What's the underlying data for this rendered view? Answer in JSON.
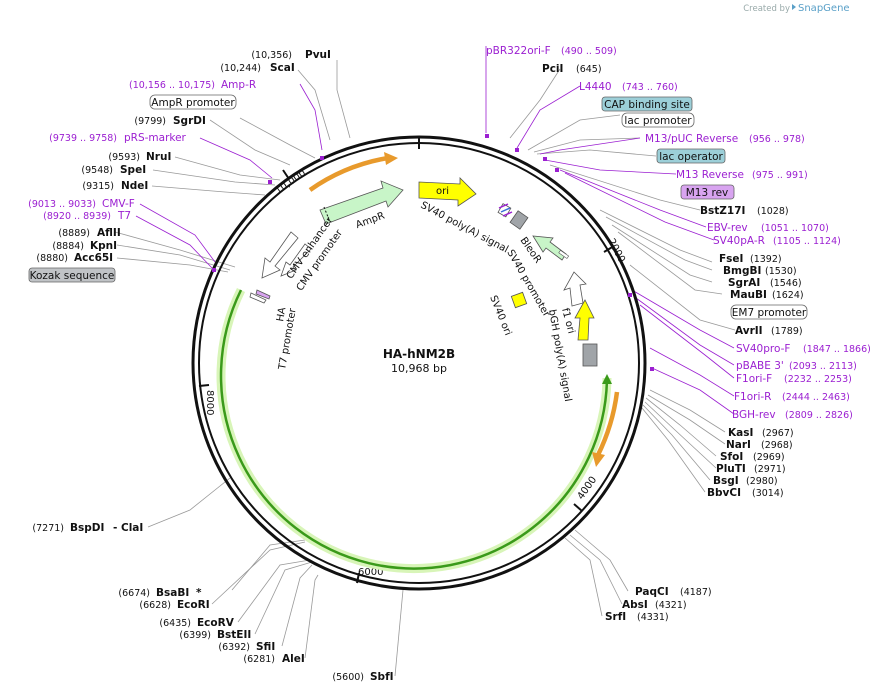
{
  "brand": {
    "created_by": "Created by",
    "name": "SnapGene"
  },
  "plasmid": {
    "name": "HA-hNM2B",
    "length": "10,968 bp"
  },
  "ticks": [
    "2000",
    "4000",
    "6000",
    "8000",
    "10,000"
  ],
  "sites": {
    "pvui": {
      "name": "PvuI",
      "pos": "(10,356)"
    },
    "scai": {
      "name": "ScaI",
      "pos": "(10,244)"
    },
    "amp_r": {
      "name": "Amp-R",
      "pos": "(10,156 .. 10,175)"
    },
    "ampr_promoter": {
      "name": "AmpR promoter"
    },
    "sgrdi": {
      "name": "SgrDI",
      "pos": "(9799)"
    },
    "prs_marker": {
      "name": "pRS-marker",
      "pos": "(9739 .. 9758)"
    },
    "nrui": {
      "name": "NruI",
      "pos": "(9593)"
    },
    "spei": {
      "name": "SpeI",
      "pos": "(9548)"
    },
    "ndei": {
      "name": "NdeI",
      "pos": "(9315)"
    },
    "cmv_f": {
      "name": "CMV-F",
      "pos": "(9013 .. 9033)"
    },
    "t7": {
      "name": "T7",
      "pos": "(8920 .. 8939)"
    },
    "aflii": {
      "name": "AflII",
      "pos": "(8889)"
    },
    "kpni": {
      "name": "KpnI",
      "pos": "(8884)"
    },
    "acc65i": {
      "name": "Acc65I",
      "pos": "(8880)"
    },
    "kozak": {
      "name": "Kozak sequence"
    },
    "bspdi": {
      "name": "BspDI",
      "pos": "(7271)",
      "iso": "ClaI"
    },
    "bsabi": {
      "name": "BsaBI",
      "pos": "(6674)",
      "mark": "*"
    },
    "ecori": {
      "name": "EcoRI",
      "pos": "(6628)"
    },
    "ecorv": {
      "name": "EcoRV",
      "pos": "(6435)"
    },
    "bsteii": {
      "name": "BstEII",
      "pos": "(6399)"
    },
    "sfii": {
      "name": "SfiI",
      "pos": "(6392)"
    },
    "alei": {
      "name": "AleI",
      "pos": "(6281)"
    },
    "sbfi": {
      "name": "SbfI",
      "pos": "(5600)"
    },
    "pbr322ori_f": {
      "name": "pBR322ori-F",
      "pos": "(490 .. 509)"
    },
    "pcii": {
      "name": "PciI",
      "pos": "(645)"
    },
    "l4440": {
      "name": "L4440",
      "pos": "(743 .. 760)"
    },
    "cap_site": {
      "name": "CAP binding site"
    },
    "lac_promoter": {
      "name": "lac promoter"
    },
    "m13_puc_rev": {
      "name": "M13/pUC Reverse",
      "pos": "(956 .. 978)"
    },
    "lac_operator": {
      "name": "lac operator"
    },
    "m13_reverse": {
      "name": "M13 Reverse",
      "pos": "(975 .. 991)"
    },
    "m13_rev": {
      "name": "M13 rev"
    },
    "bstz17i": {
      "name": "BstZ17I",
      "pos": "(1028)"
    },
    "ebv_rev": {
      "name": "EBV-rev",
      "pos": "(1051 .. 1070)"
    },
    "sv40pa_r": {
      "name": "SV40pA-R",
      "pos": "(1105 .. 1124)"
    },
    "fsei": {
      "name": "FseI",
      "pos": "(1392)"
    },
    "bmgbi": {
      "name": "BmgBI",
      "pos": "(1530)"
    },
    "sgrai": {
      "name": "SgrAI",
      "pos": "(1546)"
    },
    "maubi": {
      "name": "MauBI",
      "pos": "(1624)"
    },
    "em7_promoter": {
      "name": "EM7 promoter"
    },
    "avrii": {
      "name": "AvrII",
      "pos": "(1789)"
    },
    "sv40pro_f": {
      "name": "SV40pro-F",
      "pos": "(1847 .. 1866)"
    },
    "pbabe3": {
      "name": "pBABE 3'",
      "pos": "(2093 .. 2113)"
    },
    "f1ori_f": {
      "name": "F1ori-F",
      "pos": "(2232 .. 2253)"
    },
    "f1ori_r": {
      "name": "F1ori-R",
      "pos": "(2444 .. 2463)"
    },
    "bgh_rev": {
      "name": "BGH-rev",
      "pos": "(2809 .. 2826)"
    },
    "kasi": {
      "name": "KasI",
      "pos": "(2967)"
    },
    "nari": {
      "name": "NarI",
      "pos": "(2968)"
    },
    "sfoi": {
      "name": "SfoI",
      "pos": "(2969)"
    },
    "pluti": {
      "name": "PluTI",
      "pos": "(2971)"
    },
    "bsgi": {
      "name": "BsgI",
      "pos": "(2980)"
    },
    "bbvci": {
      "name": "BbvCI",
      "pos": "(3014)"
    },
    "paqci": {
      "name": "PaqCI",
      "pos": "(4187)"
    },
    "absi": {
      "name": "AbsI",
      "pos": "(4321)"
    },
    "srfi": {
      "name": "SrfI",
      "pos": "(4331)"
    }
  },
  "features": {
    "ori": "ori",
    "ampr": "AmpR",
    "sv40_polya": "SV40 poly(A) signal",
    "bleor": "BleoR",
    "sv40_promoter": "SV40 promoter",
    "sv40_ori": "SV40 ori",
    "f1_ori": "f1 ori",
    "bgh_polya": "bGH poly(A) signal",
    "cmv_enhancer": "CMV enhancer",
    "cmv_promoter": "CMV promoter",
    "t7_promoter": "T7 promoter",
    "ha": "HA"
  },
  "colors": {
    "primer": "#9b1fd1",
    "feature_yellow": "#ffff00",
    "feature_green": "#c8f5c8",
    "cds_green": "#3a9a1a",
    "cds_halo": "#d8f5b8",
    "orange_arrow": "#e89a2c",
    "protein_bind_blue": "#9ccfd8",
    "misc_purple": "#d8a4f0",
    "gray_box": "#a0a4a8"
  }
}
